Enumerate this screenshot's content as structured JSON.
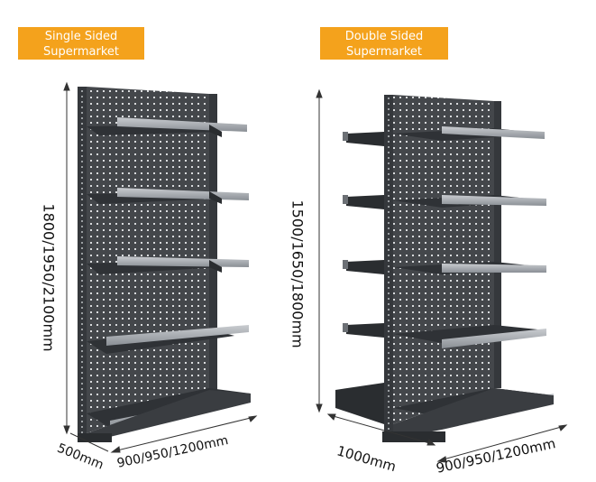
{
  "single": {
    "title_line1": "Single Sided",
    "title_line2": "Supermarket Shelves",
    "height_dim": "1800/1950/2100mm",
    "depth_dim": "500mm",
    "width_dim": "900/950/1200mm"
  },
  "double": {
    "title_line1": "Double Sided",
    "title_line2": "Supermarket Shelves",
    "height_dim": "1500/1650/1800mm",
    "depth_dim": "1000mm",
    "width_dim": "900/950/1200mm"
  },
  "colors": {
    "label_bg": "#f4a21c",
    "shelf_dark": "#3c3f43",
    "shelf_light": "#9aa0a6"
  }
}
